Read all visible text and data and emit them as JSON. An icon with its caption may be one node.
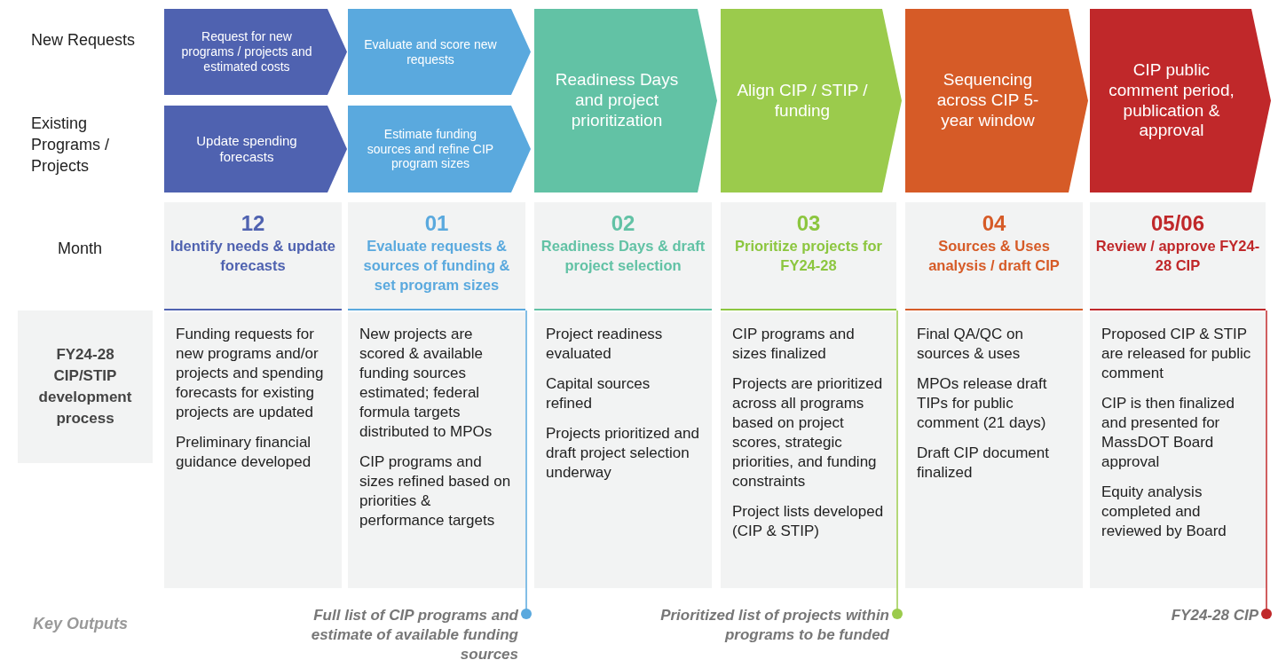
{
  "diagram": {
    "nodes": [
      {
        "text": [
          "Request for new programs / projects and estimated costs"
        ]
      },
      {
        "text": [
          "Evaluate and score new requests"
        ]
      },
      {
        "text": [
          "Readiness Days and project prioritization"
        ]
      },
      {
        "text": [
          "Align CIP / STIP / funding"
        ]
      },
      {
        "text": [
          "Sequencing across CIP 5-year window"
        ]
      },
      {
        "text": [
          "CIP public comment period, publication & approval"
        ]
      },
      {
        "text": [
          "Update spending forecasts"
        ]
      },
      {
        "text": [
          "Estimate funding sources and refine CIP program sizes"
        ]
      },
      {
        "text": [
          "12",
          "Identify needs & update forecasts"
        ]
      },
      {
        "text": [
          "01",
          "Evaluate requests & sources of funding & set program sizes"
        ]
      },
      {
        "text": [
          "02",
          "Readiness Days & draft project selection"
        ]
      },
      {
        "text": [
          "03",
          "Prioritize projects for FY24-28"
        ]
      },
      {
        "text": [
          "04",
          "Sources & Uses analysis / draft CIP"
        ]
      },
      {
        "text": [
          "05/06",
          "Review / approve FY24-28 CIP"
        ]
      },
      {
        "text": [
          "FY24-28 CIP/STIP development process"
        ]
      },
      {
        "text": [
          "Funding requests for new programs and/or projects and spending forecasts for existing projects are updated",
          "Preliminary financial guidance developed"
        ]
      },
      {
        "text": [
          "New projects are scored & available funding sources estimated; federal formula targets distributed to MPOs",
          "CIP programs and sizes refined based on priorities & performance targets"
        ]
      },
      {
        "text": [
          "Project readiness evaluated",
          "Capital sources refined",
          "Projects prioritized and draft project selection underway"
        ]
      },
      {
        "text": [
          "CIP programs and sizes finalized",
          "Projects are prioritized across all programs based on project scores, strategic priorities, and funding constraints",
          "Project lists developed (CIP & STIP)"
        ]
      },
      {
        "text": [
          "Final QA/QC on sources & uses",
          "MPOs release draft TIPs for public comment (21 days)",
          "Draft CIP document finalized"
        ]
      },
      {
        "text": [
          "Proposed CIP & STIP are released for public comment",
          "CIP is then finalized and presented for MassDOT Board approval",
          "Equity analysis completed and reviewed by Board"
        ]
      },
      {
        "text": [
          "Full list of CIP programs and estimate of available funding sources"
        ]
      },
      {
        "text": [
          "Prioritized list of projects within programs to be funded"
        ]
      },
      {
        "text": [
          "FY24-28 CIP"
        ]
      }
    ],
    "edges": [
      {
        "from": 21,
        "to": 16,
        "arrow": "other",
        "color": "#5aa9de"
      },
      {
        "from": 22,
        "to": 18,
        "arrow": "other",
        "color": "#9bcb4c"
      },
      {
        "from": 23,
        "to": 20,
        "arrow": "other",
        "color": "#c0282a"
      }
    ],
    "labels": [
      "New Requests",
      "Existing Programs / Projects",
      "Month",
      "Key Outputs"
    ]
  }
}
